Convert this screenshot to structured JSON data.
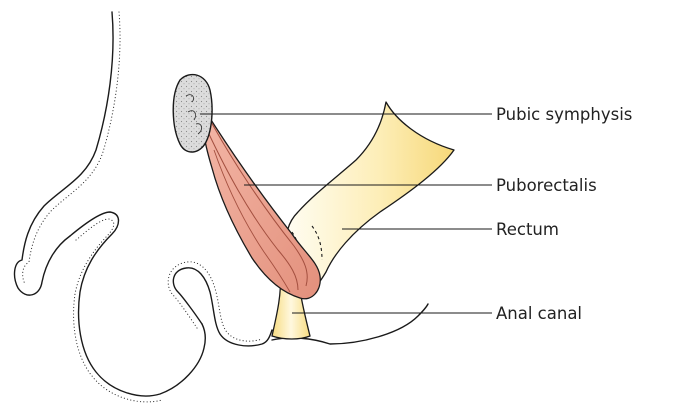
{
  "labels": {
    "pubic_symphysis": "Pubic symphysis",
    "puborectalis": "Puborectalis",
    "rectum": "Rectum",
    "anal_canal": "Anal canal"
  },
  "colors": {
    "rectum_fill_light": "#fffbe8",
    "rectum_fill_dark": "#f8de86",
    "muscle_fill": "#e89a88",
    "muscle_fill_light": "#f6c7bb",
    "bone_fill": "#d9d9d9",
    "outline": "#1a1a1a"
  }
}
